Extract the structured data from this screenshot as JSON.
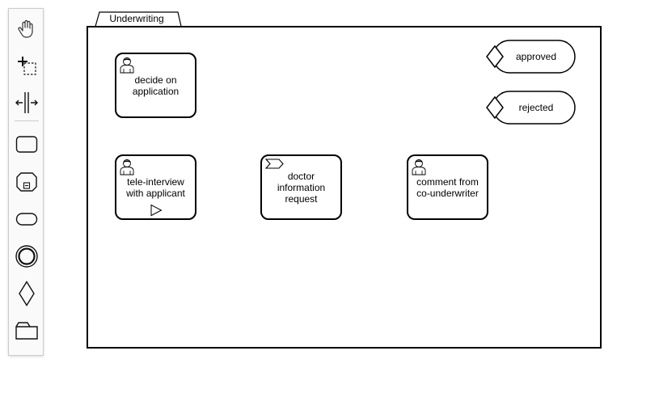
{
  "palette": {
    "tools": [
      {
        "name": "hand-tool",
        "icon": "hand-icon"
      },
      {
        "name": "lasso-tool",
        "icon": "lasso-icon"
      },
      {
        "name": "space-tool",
        "icon": "space-icon"
      },
      {
        "name": "create-task-tool",
        "icon": "rounded-rect-icon"
      },
      {
        "name": "create-subprocess-tool",
        "icon": "subprocess-icon"
      },
      {
        "name": "create-rounded-tool",
        "icon": "pill-icon"
      },
      {
        "name": "create-event-tool",
        "icon": "double-circle-icon"
      },
      {
        "name": "create-gateway-tool",
        "icon": "diamond-icon"
      },
      {
        "name": "create-pool-tool",
        "icon": "folder-icon"
      }
    ]
  },
  "diagram": {
    "pool_label": "Underwriting",
    "tasks": [
      {
        "label": "decide on application",
        "type": "user-task"
      },
      {
        "label": "tele-interview with applicant",
        "type": "user-task",
        "marker": "play-marker-icon"
      },
      {
        "label": "doctor information request",
        "type": "send-task"
      },
      {
        "label": "comment from co-underwriter",
        "type": "user-task"
      }
    ],
    "outcomes": [
      {
        "label": "approved"
      },
      {
        "label": "rejected"
      }
    ]
  }
}
